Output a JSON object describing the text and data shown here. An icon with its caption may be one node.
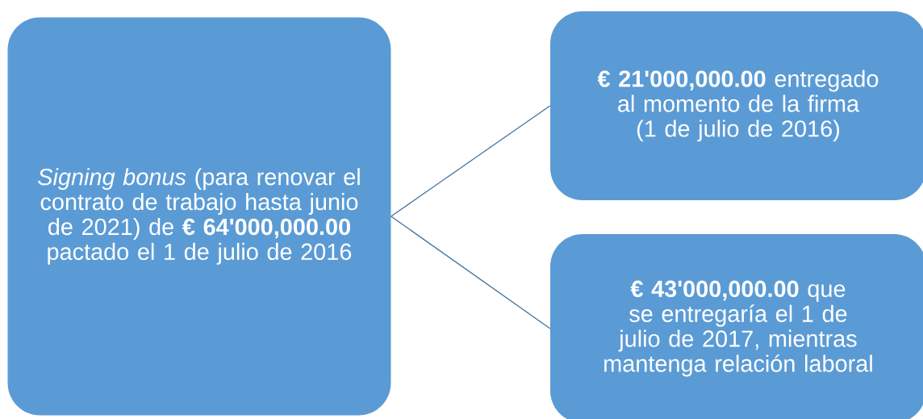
{
  "diagram": {
    "nodes": [
      {
        "text": [
          "*Signing bonus* (para renovar el contrato de trabajo hasta junio de 2021) de **€ 64'000,000.00** pactado el 1 de julio de 2016"
        ]
      },
      {
        "text": [
          "**€ 21'000,000.00** entregado al momento de la firma (1 de julio de 2016)"
        ]
      },
      {
        "text": [
          "**€ 43'000,000.00** que se entregaría el 1 de julio de 2017, mientras mantenga relación laboral"
        ]
      }
    ],
    "edges": [
      {
        "from": 0,
        "to": 1,
        "arrow": "none"
      },
      {
        "from": 0,
        "to": 2,
        "arrow": "none"
      }
    ]
  }
}
